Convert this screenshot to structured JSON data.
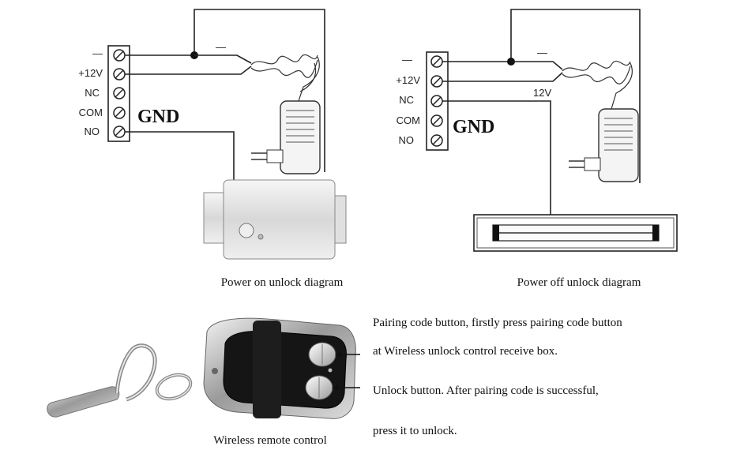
{
  "left_diagram": {
    "terminals": [
      "—",
      "+12V",
      "NC",
      "COM",
      "NO"
    ],
    "gnd_label": "GND",
    "wire_label": "—",
    "caption": "Power on unlock diagram"
  },
  "right_diagram": {
    "terminals": [
      "—",
      "+12V",
      "NC",
      "COM",
      "NO"
    ],
    "gnd_label": "GND",
    "wire_label_minus": "—",
    "wire_label_voltage": "12V",
    "caption": "Power off unlock diagram"
  },
  "remote": {
    "caption": "Wireless remote control",
    "notes": [
      "Pairing code button, firstly press pairing code button",
      "at Wireless unlock control receive box.",
      "Unlock button. After pairing code is successful,",
      "press it to unlock."
    ]
  }
}
